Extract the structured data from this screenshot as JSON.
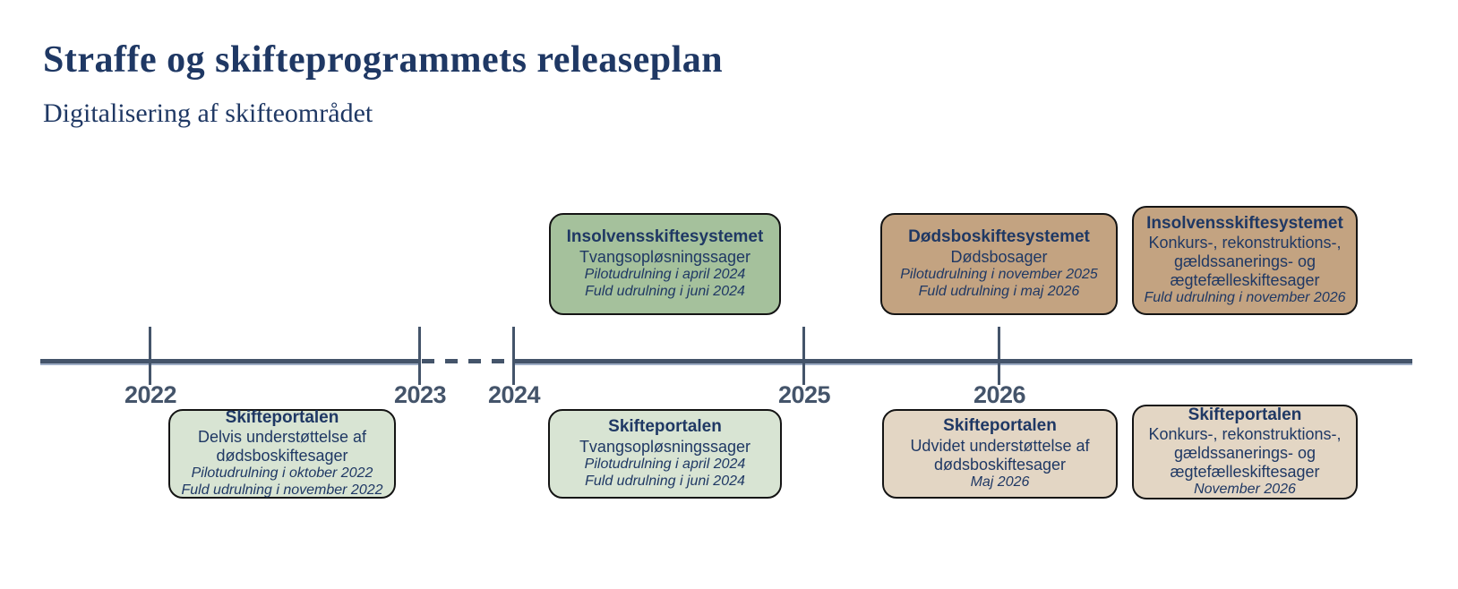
{
  "header": {
    "title": "Straffe og skifteprogrammets releaseplan",
    "subtitle": "Digitalisering af skifteområdet"
  },
  "timeline": {
    "years": [
      "2022",
      "2023",
      "2024",
      "2025",
      "2026"
    ]
  },
  "boxes": [
    {
      "title": "Insolvensskiftesystemet",
      "body": [
        "Tvangsopløsningssager"
      ],
      "notes": [
        "Pilotudrulning i april 2024",
        "Fuld udrulning i juni 2024"
      ]
    },
    {
      "title": "Dødsboskiftesystemet",
      "body": [
        "Dødsbosager"
      ],
      "notes": [
        "Pilotudrulning i november 2025",
        "Fuld udrulning i maj 2026"
      ]
    },
    {
      "title": "Insolvensskiftesystemet",
      "body": [
        "Konkurs-, rekonstruktions-,",
        "gældssanerings- og",
        "ægtefælleskiftesager"
      ],
      "notes": [
        "Fuld udrulning i november 2026"
      ]
    },
    {
      "title": "Skifteportalen",
      "body": [
        "Delvis understøttelse af",
        "dødsboskiftesager"
      ],
      "notes": [
        "Pilotudrulning i oktober 2022",
        "Fuld udrulning i november 2022"
      ]
    },
    {
      "title": "Skifteportalen",
      "body": [
        "Tvangsopløsningssager"
      ],
      "notes": [
        "Pilotudrulning i april 2024",
        "Fuld udrulning i juni 2024"
      ]
    },
    {
      "title": "Skifteportalen",
      "body": [
        "Udvidet understøttelse af",
        "dødsboskiftesager"
      ],
      "notes": [
        "Maj 2026"
      ]
    },
    {
      "title": "Skifteportalen",
      "body": [
        "Konkurs-, rekonstruktions-,",
        "gældssanerings- og",
        "ægtefælleskiftesager"
      ],
      "notes": [
        "November 2026"
      ]
    }
  ],
  "colors": {
    "text_navy": "#1F3864",
    "timeline_slate": "#44546A",
    "box_green_dark": "#A5C19C",
    "box_green_light": "#D8E4D3",
    "box_tan_dark": "#C3A381",
    "box_tan_light": "#E3D6C4",
    "box_border": "#141414"
  }
}
